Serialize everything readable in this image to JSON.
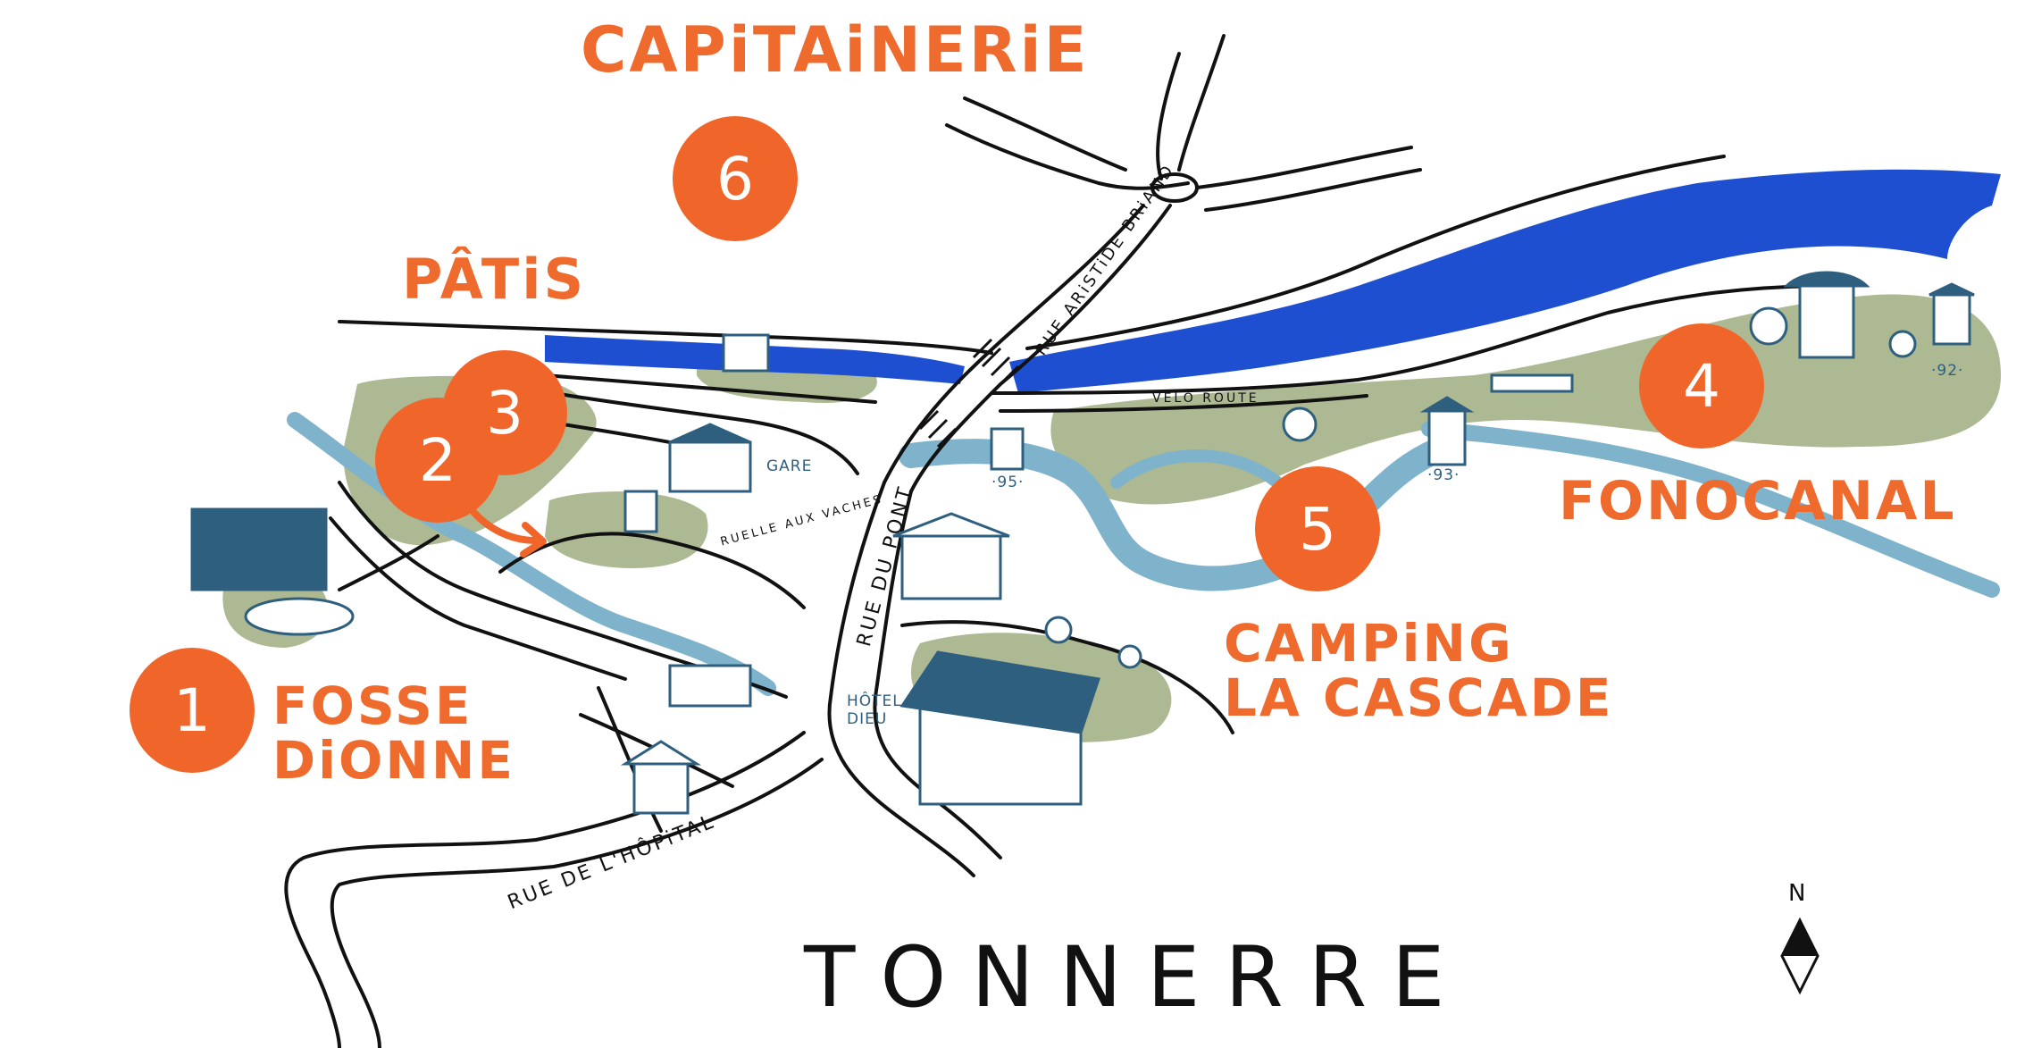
{
  "map": {
    "town_name": "TONNERRE",
    "compass_label": "N",
    "places": {
      "capitainerie": "CAPiTAiNERiE",
      "patis": "PÂTiS",
      "fosse_dionne": "FOSSE\nDiONNE",
      "fonocanal": "FONOCANAL",
      "camping": "CAMPiNG\nLA CASCADE"
    },
    "markers": [
      "1",
      "2",
      "3",
      "4",
      "5",
      "6"
    ],
    "streets": {
      "rue_aristide_briand": "RUE ARiSTiDE BRiAND",
      "rue_du_pont": "RUE DU PONT",
      "rue_de_lhopital": "RUE DE L'HÔPiTAL",
      "ruelle_aux_vaches": "RUELLE AUX VACHES",
      "velo_route": "VÉLO ROUTE"
    },
    "small_labels": {
      "gare": "GARE",
      "hotel_dieu": "HÔTEL\nDIEU",
      "marker_95": "·95·",
      "marker_93": "·93·",
      "marker_92": "·92·"
    },
    "colors": {
      "accent_orange": "#f0662a",
      "river_blue": "#1f4fd1",
      "stream_blue": "#7fb3cc",
      "park_green": "#9fad7f",
      "ink": "#111111",
      "building_blue": "#2f5f7f"
    }
  }
}
